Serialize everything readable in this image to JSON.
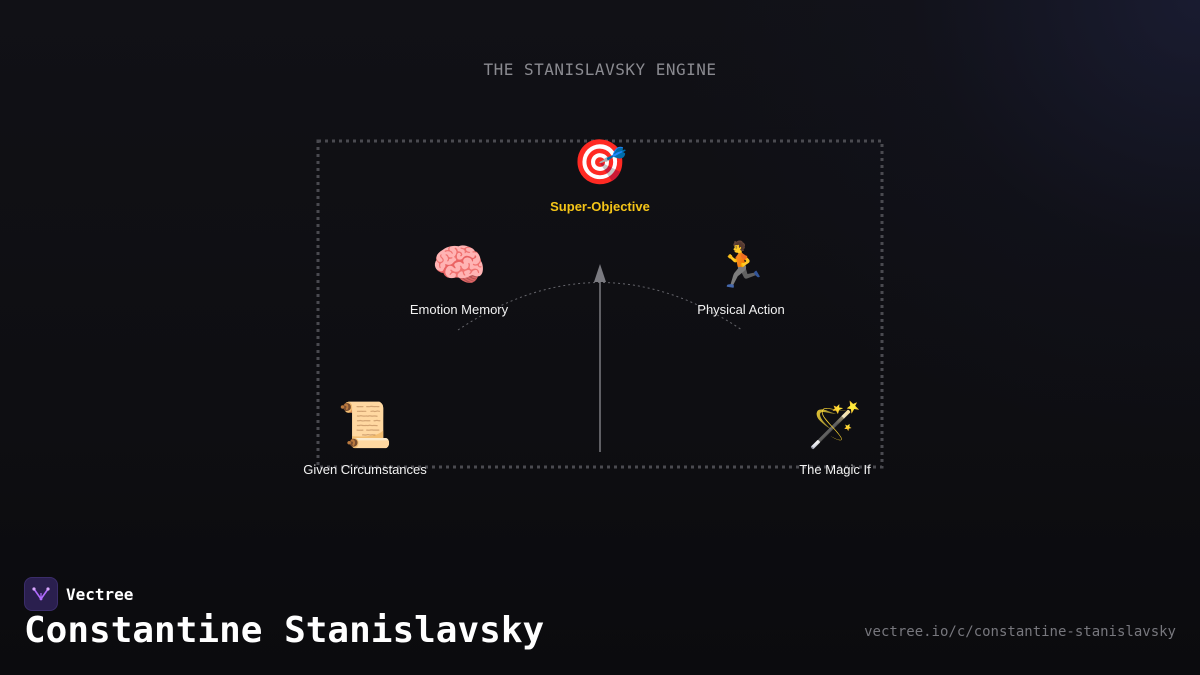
{
  "eyebrow": "THE STANISLAVSKY ENGINE",
  "diagram": {
    "super_objective": {
      "label": "Super-Objective",
      "icon": "🎯",
      "icon_name": "target-icon"
    },
    "emotion_memory": {
      "label": "Emotion Memory",
      "icon": "🧠",
      "icon_name": "brain-icon"
    },
    "physical_action": {
      "label": "Physical Action",
      "icon": "🏃",
      "icon_name": "running-person-icon"
    },
    "given_circumstances": {
      "label": "Given Circumstances",
      "icon": "📜",
      "icon_name": "scroll-icon"
    },
    "magic_if": {
      "label": "The Magic If",
      "icon": "🪄",
      "icon_name": "magic-wand-icon"
    }
  },
  "footer": {
    "brand": "Vectree",
    "title": "Constantine Stanislavsky",
    "url": "vectree.io/c/constantine-stanislavsky"
  },
  "colors": {
    "accent": "#f5c518",
    "brand_logo_bg": "#2a1f4e",
    "brand_logo_mark": "#b06bff"
  }
}
